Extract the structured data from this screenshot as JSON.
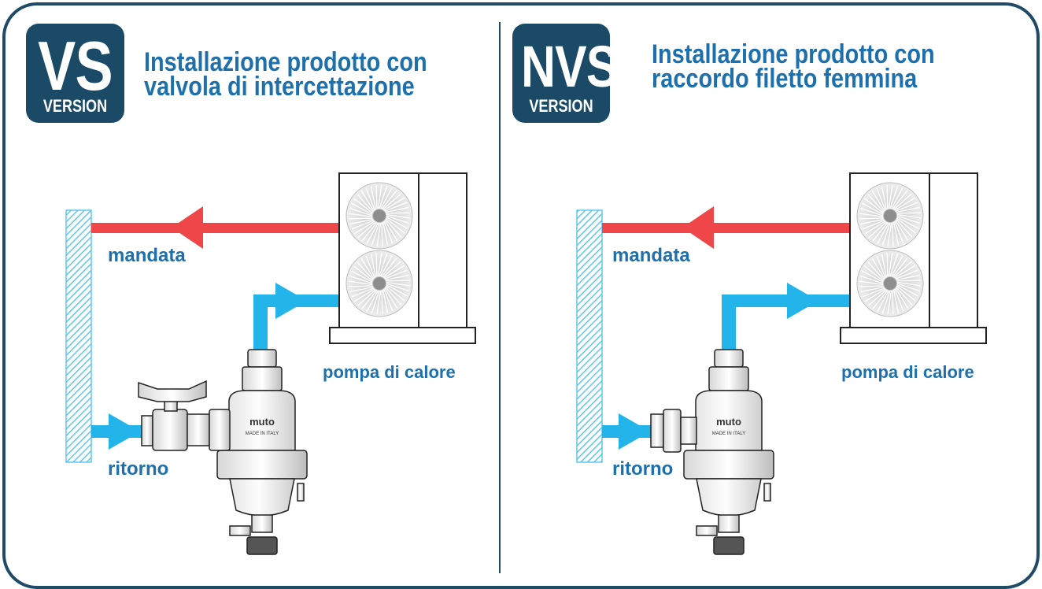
{
  "left": {
    "badge_main": "VS",
    "badge_sub": "VERSION",
    "title_line1": "Installazione prodotto con",
    "title_line2": "valvola di intercettazione",
    "label_supply": "mandata",
    "label_return": "ritorno",
    "label_pump": "pompa di calore",
    "brand": "muto",
    "brand_sub": "MADE IN ITALY"
  },
  "right": {
    "badge_main": "NVS",
    "badge_sub": "VERSION",
    "title_line1": "Installazione prodotto con",
    "title_line2": "raccordo filetto femmina",
    "label_supply": "mandata",
    "label_return": "ritorno",
    "label_pump": "pompa di calore",
    "brand": "muto",
    "brand_sub": "MADE IN ITALY"
  },
  "colors": {
    "navy": "#1b4a67",
    "title_blue": "#1e70ad",
    "supply_red": "#ee4649",
    "return_blue": "#23b4ea",
    "wall_blue": "#5fc7ee"
  },
  "icons": [
    "heat-pump-icon",
    "fan-icon",
    "wall-icon",
    "filter-icon",
    "ball-valve-icon",
    "union-fitting-icon"
  ]
}
